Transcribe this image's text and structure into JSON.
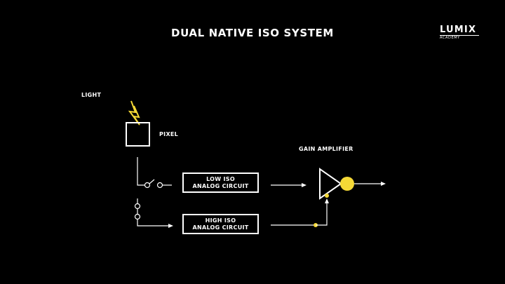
{
  "title": "DUAL NATIVE ISO SYSTEM",
  "logo": {
    "main": "LUMIX",
    "sub": "ACADEMY"
  },
  "diagram": {
    "light_label": "LIGHT",
    "pixel_label": "PIXEL",
    "gain_amplifier_label": "GAIN AMPLIFIER",
    "low_iso": {
      "line1": "LOW ISO",
      "line2": "ANALOG CIRCUIT"
    },
    "high_iso": {
      "line1": "HIGH ISO",
      "line2": "ANALOG CIRCUIT"
    }
  },
  "colors": {
    "background": "#000000",
    "foreground": "#ffffff",
    "accent": "#f5d936"
  },
  "icons": {
    "light": "lightning-bolt-icon",
    "pixel": "square-pixel-icon",
    "amplifier": "amplifier-triangle-icon"
  }
}
